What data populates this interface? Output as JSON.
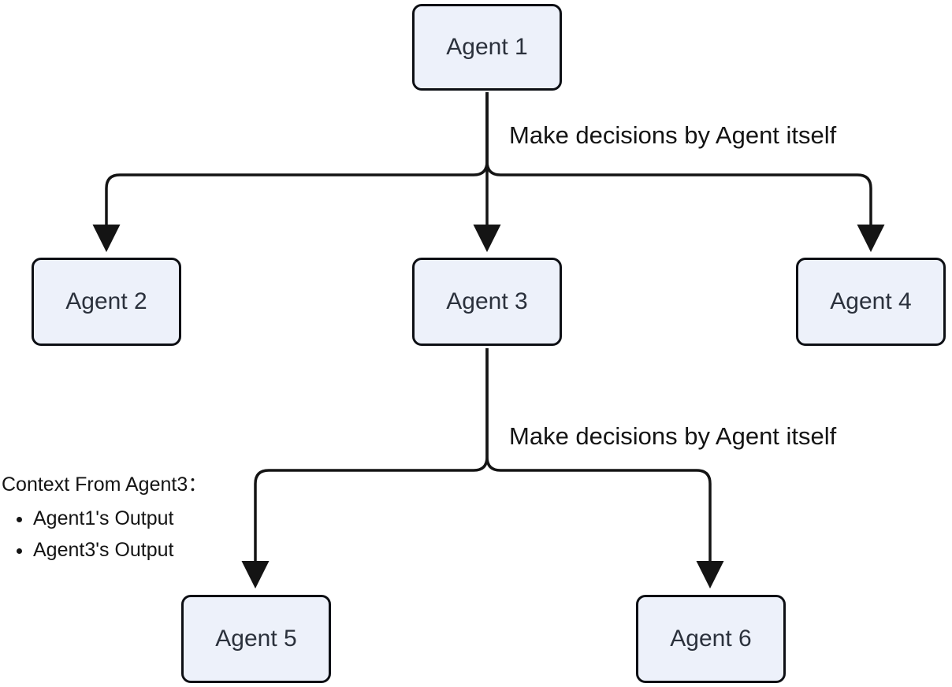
{
  "diagram": {
    "background": "#ffffff",
    "stroke_color": "#141414",
    "node_fill": "#edf1fa",
    "node_border": "#0d0f14",
    "node_text_color": "#2b313c",
    "label_text_color": "#141414"
  },
  "nodes": [
    {
      "id": "agent1",
      "label": "Agent 1"
    },
    {
      "id": "agent2",
      "label": "Agent 2"
    },
    {
      "id": "agent3",
      "label": "Agent 3"
    },
    {
      "id": "agent4",
      "label": "Agent 4"
    },
    {
      "id": "agent5",
      "label": "Agent 5"
    },
    {
      "id": "agent6",
      "label": "Agent 6"
    }
  ],
  "edges": [
    {
      "from": "agent1",
      "to": "agent2"
    },
    {
      "from": "agent1",
      "to": "agent3"
    },
    {
      "from": "agent1",
      "to": "agent4"
    },
    {
      "from": "agent3",
      "to": "agent5"
    },
    {
      "from": "agent3",
      "to": "agent6"
    }
  ],
  "edge_labels": [
    {
      "id": "level1",
      "text": "Make decisions by Agent itself"
    },
    {
      "id": "level2",
      "text": "Make decisions by Agent itself"
    }
  ],
  "context_note": {
    "title": "Context From Agent3：",
    "items": [
      "Agent1's Output",
      "Agent3's Output"
    ]
  }
}
